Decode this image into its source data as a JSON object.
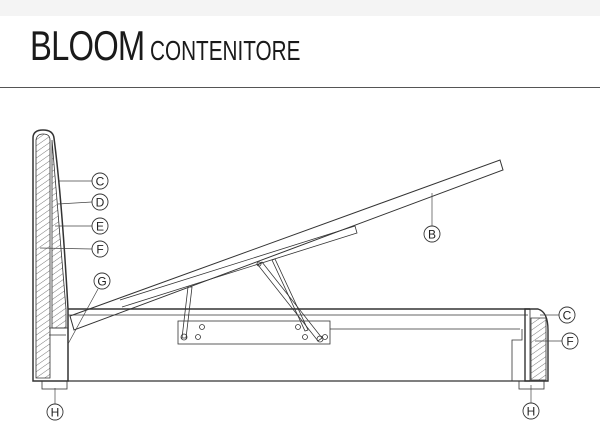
{
  "header": {
    "brand": "BLOOM",
    "subtitle": "CONTENITORE"
  },
  "callouts": {
    "headboard": [
      "C",
      "D",
      "E",
      "F"
    ],
    "gap": "G",
    "lid": "B",
    "footboard": [
      "C",
      "F"
    ],
    "feet": [
      "H",
      "H"
    ]
  }
}
